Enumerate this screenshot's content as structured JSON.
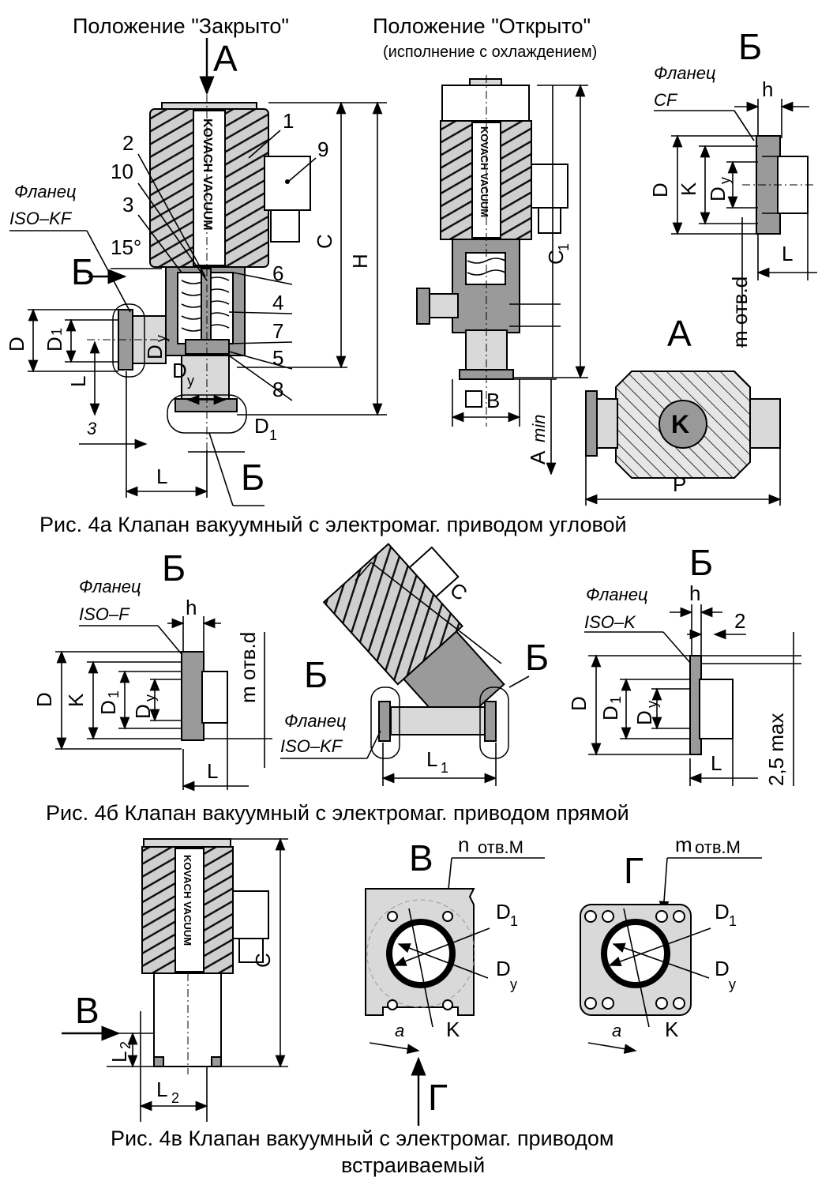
{
  "views": {
    "closed_title": "Положение \"Закрыто\"",
    "open_title": "Положение \"Открыто\"",
    "open_subtitle": "(исполнение с охлаждением)"
  },
  "view_letters": {
    "A_top": "А",
    "A_view": "А",
    "B_a": "Б",
    "B_a2": "Б",
    "B_a3": "Б",
    "B_b1": "Б",
    "B_b2": "Б",
    "B_b3": "Б",
    "B_b4": "Б",
    "V_view": "В",
    "V_arrow": "В",
    "G_view": "Г",
    "G_arrow": "Г"
  },
  "flanges": {
    "iso_kf_a": "Фланец",
    "iso_kf_a2": "ISO–KF",
    "cf": "Фланец",
    "cf2": "CF",
    "iso_f": "Фланец",
    "iso_f2": "ISO–F",
    "iso_kf_b": "Фланец",
    "iso_kf_b2": "ISO–KF",
    "iso_k": "Фланец",
    "iso_k2": "ISO–K"
  },
  "callouts": [
    "1",
    "2",
    "3",
    "4",
    "5",
    "6",
    "7",
    "8",
    "9",
    "10"
  ],
  "brand": "KOVACH VACUUM",
  "dims": {
    "D": "D",
    "D1": "D",
    "D1_sub": "1",
    "Dy": "D",
    "Dy_sub": "у",
    "L": "L",
    "H": "H",
    "C": "C",
    "C1": "C",
    "C1_sub": "1",
    "K": "K",
    "h": "h",
    "m_holes_d": "m отв.d",
    "angle": "15°",
    "three": "3",
    "B_box": "В",
    "A_min": "А",
    "A_min_sub": "min",
    "P": "P",
    "L1": "L",
    "L1_sub": "1",
    "two": "2",
    "max": "2,5 max",
    "L2": "L",
    "L2_sub": "2",
    "n_holes_M": "n",
    "n_holes_M2": "отв.М",
    "m_holes_M": "m",
    "m_holes_M2": "отв.М",
    "a": "a"
  },
  "captions": {
    "fig4a": "Рис. 4а Клапан вакуумный с электромаг. приводом угловой",
    "fig4b": "Рис. 4б Клапан вакуумный с электромаг. приводом прямой",
    "fig4v_line1": "Рис. 4в Клапан вакуумный с электромаг. приводом",
    "fig4v_line2": "встраиваемый"
  }
}
